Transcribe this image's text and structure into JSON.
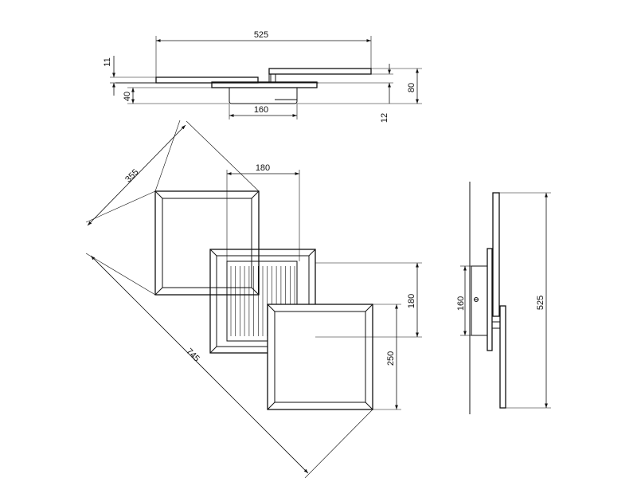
{
  "dimensions": {
    "top_width": "525",
    "top_thickness": "11",
    "top_base_height": "40",
    "top_base_width": "160",
    "top_total_height": "80",
    "top_gap": "12",
    "diag_short": "355",
    "diag_long": "745",
    "mid_width": "180",
    "mid_height": "180",
    "lower_height": "250",
    "side_base": "160",
    "side_total": "525"
  },
  "colors": {
    "line": "#111111",
    "background": "#ffffff"
  }
}
